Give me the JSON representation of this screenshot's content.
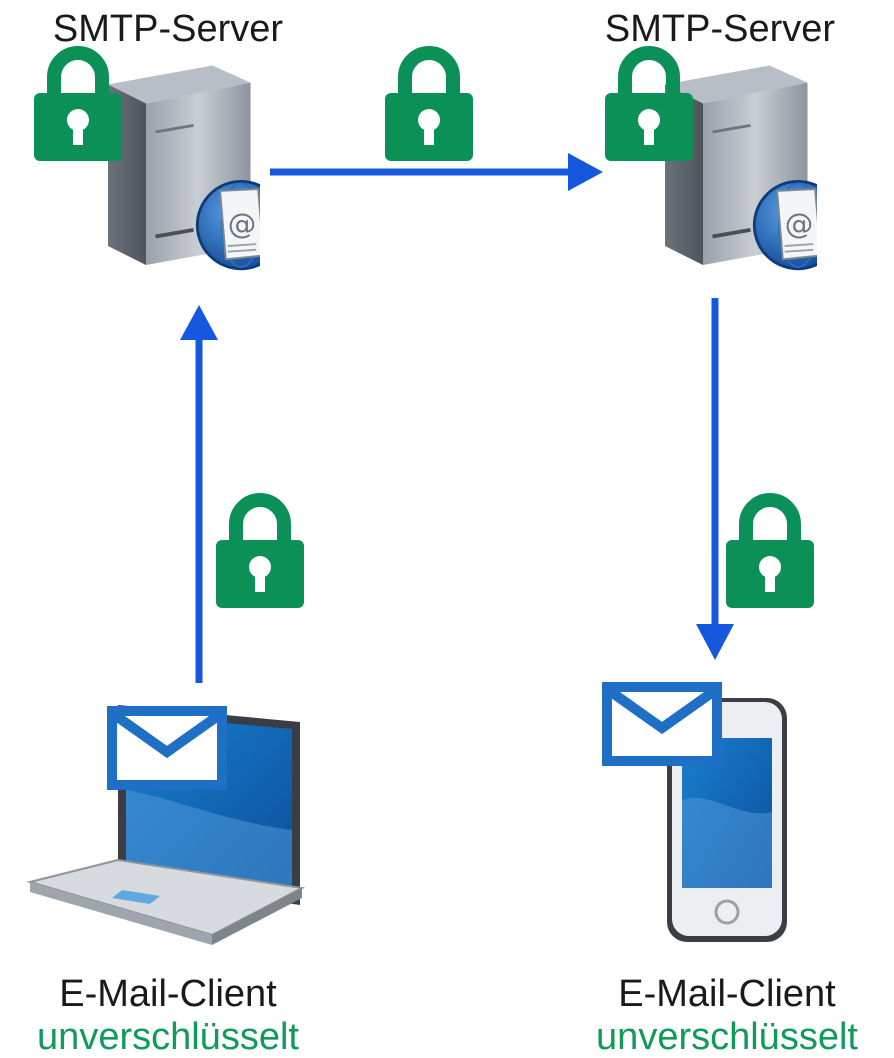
{
  "nodes": {
    "server_left": {
      "title": "SMTP-Server"
    },
    "server_right": {
      "title": "SMTP-Server"
    },
    "client_left": {
      "title": "E-Mail-Client",
      "status": "unverschlüsselt"
    },
    "client_right": {
      "title": "E-Mail-Client",
      "status": "unverschlüsselt"
    }
  },
  "edges": [
    {
      "from": "client_left",
      "to": "server_left",
      "encrypted": true
    },
    {
      "from": "server_left",
      "to": "server_right",
      "encrypted": true
    },
    {
      "from": "server_right",
      "to": "client_right",
      "encrypted": true
    }
  ],
  "colors": {
    "arrow": "#1657e0",
    "lock": "#0b9158",
    "status_text": "#109a5c",
    "envelope": "#1f6fc4",
    "title_text": "#1a1a1a"
  },
  "icons": {
    "server": "mail-server-icon",
    "laptop": "laptop-icon",
    "phone": "smartphone-icon",
    "envelope": "envelope-icon",
    "lock": "padlock-icon"
  }
}
